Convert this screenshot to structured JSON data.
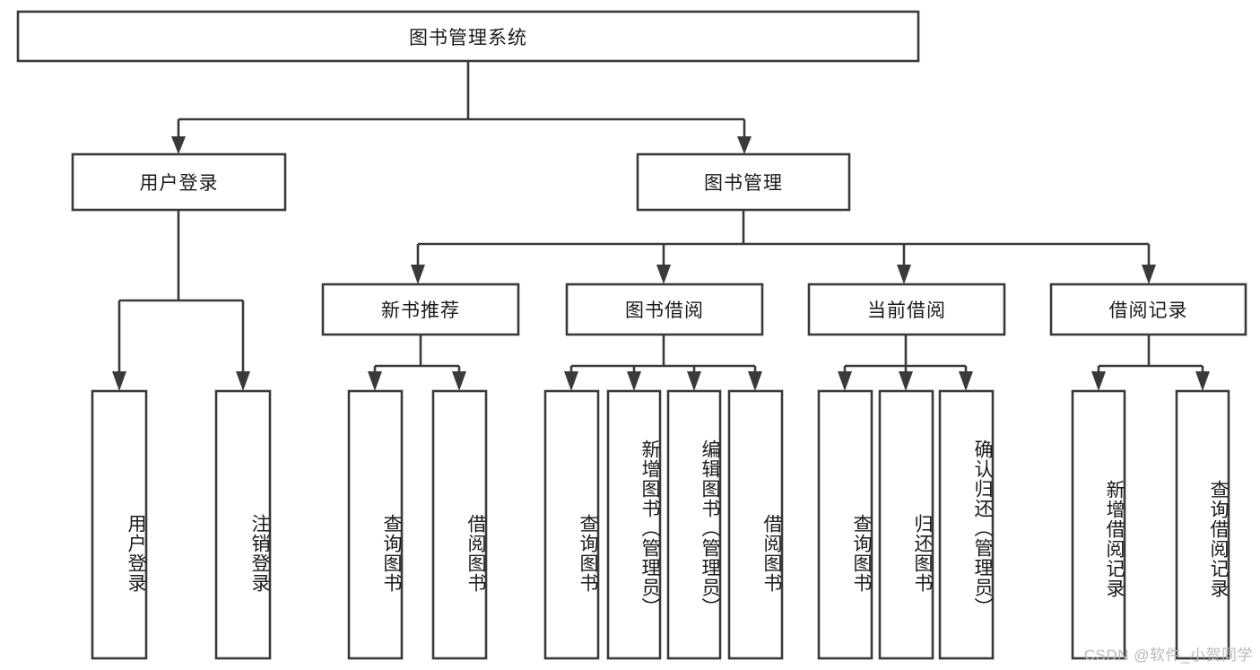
{
  "diagram": {
    "type": "tree",
    "title": "图书管理系统",
    "watermark": "CSDN @软件_小贺同学",
    "colors": {
      "box_stroke": "#3a3a3a",
      "box_fill": "#ffffff",
      "text": "#1a1a1a",
      "connector": "#3a3a3a",
      "watermark": "#b9b9b9",
      "background": "#ffffff"
    },
    "nodes": {
      "root": {
        "label": "图书管理系统"
      },
      "level1": [
        {
          "label": "用户登录"
        },
        {
          "label": "图书管理"
        }
      ],
      "level2": [
        {
          "label": "新书推荐"
        },
        {
          "label": "图书借阅"
        },
        {
          "label": "当前借阅"
        },
        {
          "label": "借阅记录"
        }
      ],
      "leaves": {
        "user_login": [
          {
            "label": "用户登录"
          },
          {
            "label": "注销登录"
          }
        ],
        "new_book_recommend": [
          {
            "label": "查询图书"
          },
          {
            "label": "借阅图书"
          }
        ],
        "book_borrow": [
          {
            "label": "查询图书"
          },
          {
            "label": "新增图书（管理员）"
          },
          {
            "label": "编辑图书（管理员）"
          },
          {
            "label": "借阅图书"
          }
        ],
        "current_borrow": [
          {
            "label": "查询图书"
          },
          {
            "label": "归还图书"
          },
          {
            "label": "确认归还（管理员）"
          }
        ],
        "borrow_record": [
          {
            "label": "新增借阅记录"
          },
          {
            "label": "查询借阅记录"
          }
        ]
      }
    }
  }
}
